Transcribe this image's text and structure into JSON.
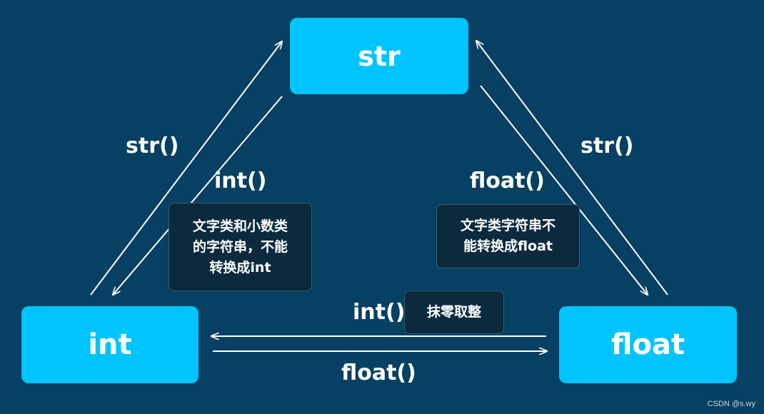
{
  "nodes": {
    "str": "str",
    "int": "int",
    "float": "float"
  },
  "labels": {
    "int_to_str": "str()",
    "str_to_int": "int()",
    "str_to_float": "float()",
    "float_to_str": "str()",
    "float_to_int": "int()",
    "int_to_float": "float()"
  },
  "notes": {
    "str_to_int_lines": [
      "文字类和小数类",
      "的字符串，不能",
      "转换成int"
    ],
    "str_to_float_lines": [
      "文字类字符串不",
      "能转换成float"
    ],
    "float_to_int": "抹零取整"
  },
  "colors": {
    "background": "#064062",
    "node": "#00c4ff",
    "note_background": "#0b2a3d",
    "text": "#ffffff"
  },
  "watermark": "CSDN @s.wy"
}
